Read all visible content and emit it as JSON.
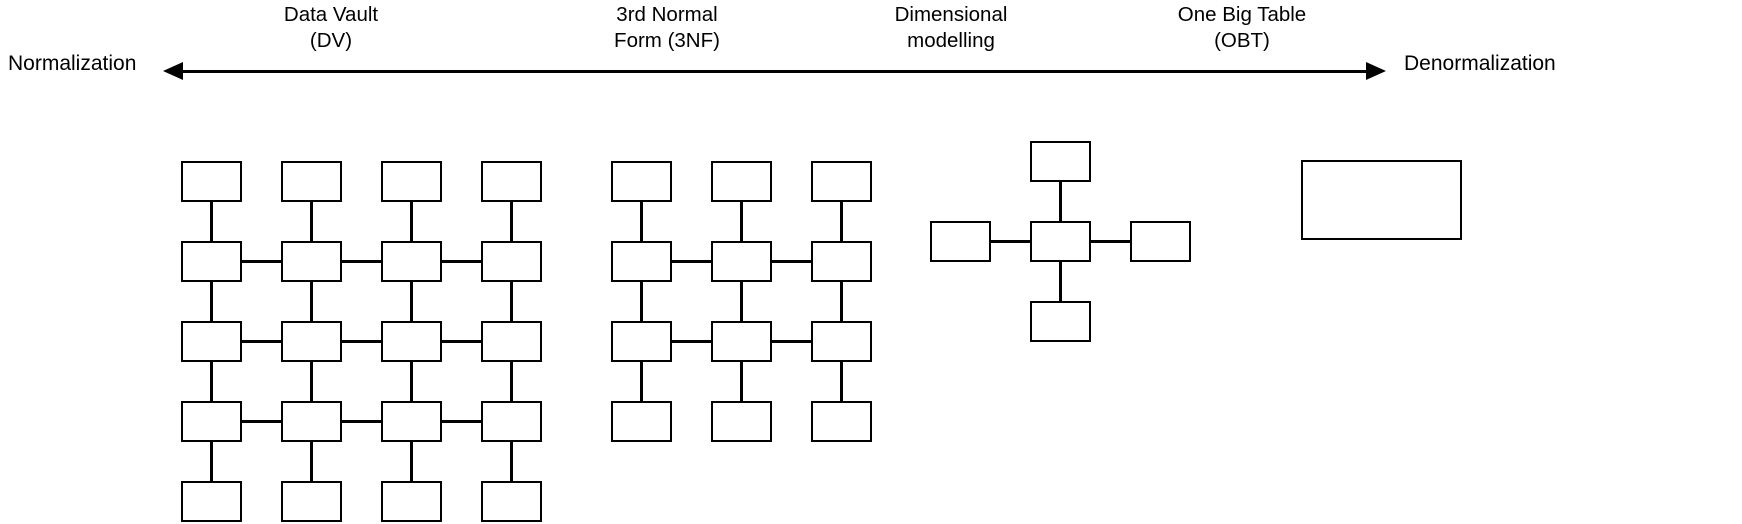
{
  "diagram": {
    "title_axis": {
      "left_label": "Normalization",
      "right_label": "Denormalization",
      "arrow": "double-headed-horizontal-arrow"
    },
    "stages": [
      {
        "id": "data-vault",
        "label_line1": "Data Vault",
        "label_line2": "(DV)",
        "model": "grid",
        "columns": 4,
        "rows": 5,
        "box_count": 20
      },
      {
        "id": "third-normal-form",
        "label_line1": "3rd Normal",
        "label_line2": "Form (3NF)",
        "model": "grid",
        "columns": 3,
        "rows": 4,
        "box_count": 12
      },
      {
        "id": "dimensional-modelling",
        "label_line1": "Dimensional",
        "label_line2": "modelling",
        "model": "star",
        "box_count": 5
      },
      {
        "id": "one-big-table",
        "label_line1": "One Big Table",
        "label_line2": "(OBT)",
        "model": "single-table",
        "box_count": 1
      }
    ],
    "colors": {
      "stroke": "#000000",
      "fill": "#ffffff",
      "text": "#000000"
    }
  }
}
